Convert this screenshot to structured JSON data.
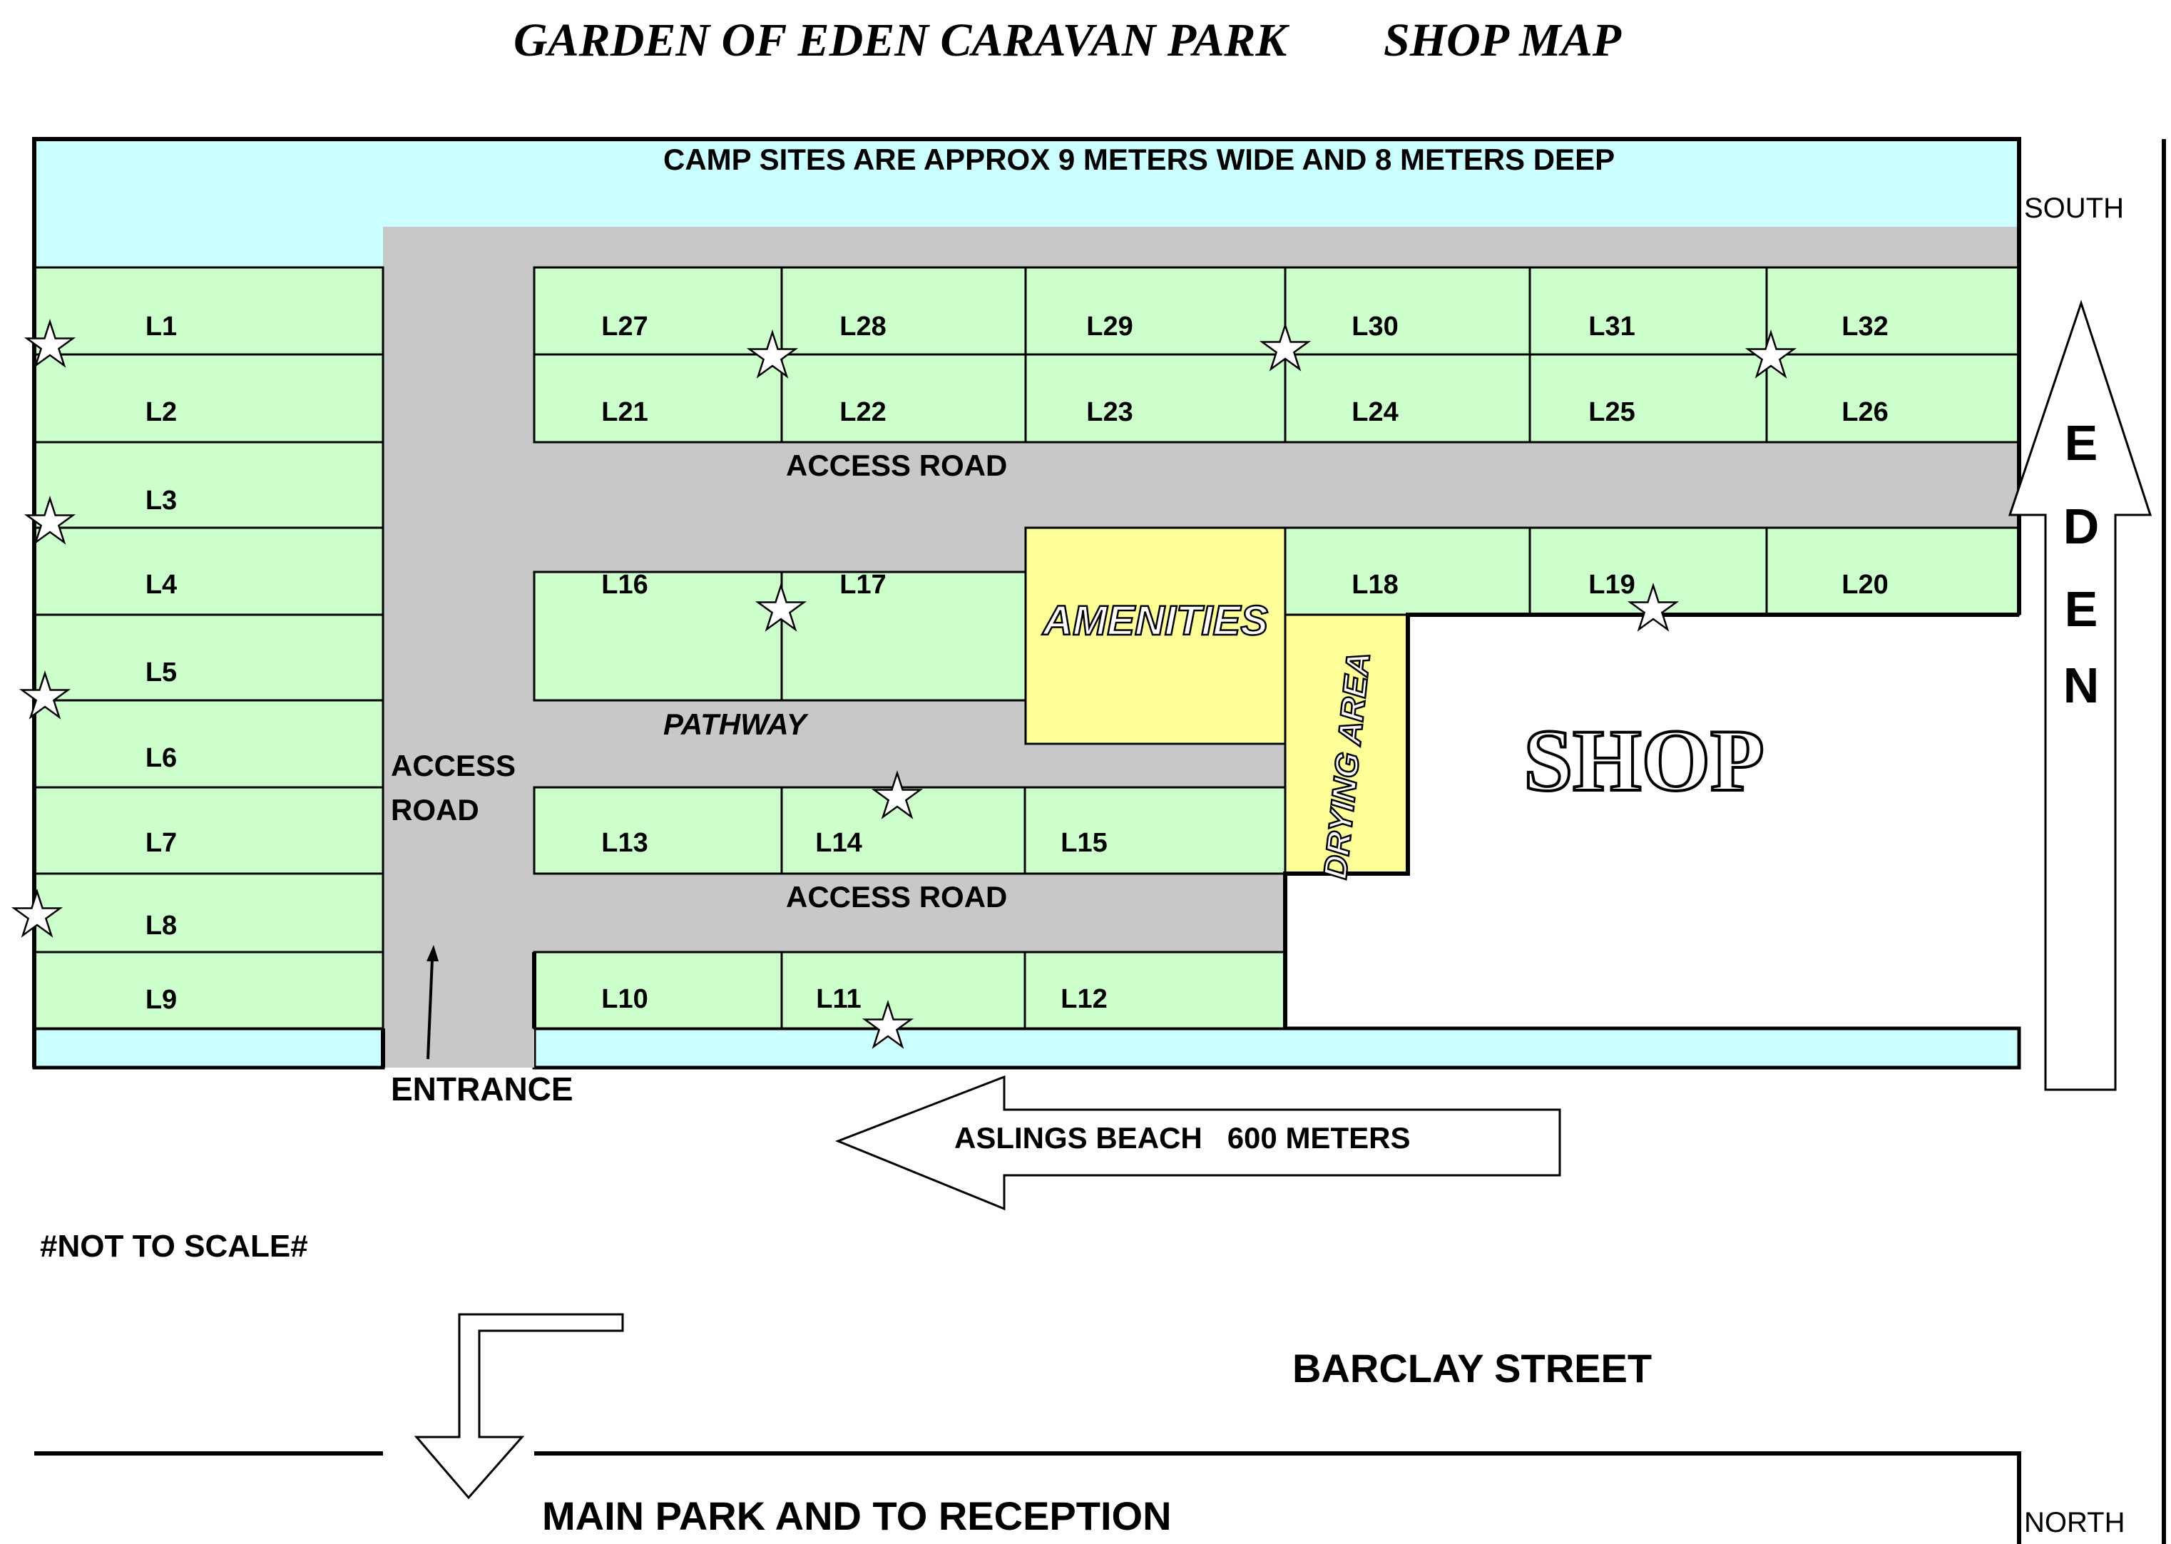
{
  "header": {
    "park_name": "GARDEN OF EDEN CARAVAN PARK",
    "map_name": "SHOP MAP"
  },
  "notes": {
    "site_size": "CAMP SITES ARE APPROX 9 METERS WIDE AND 8 METERS DEEP",
    "scale": "#NOT TO SCALE#"
  },
  "compass": {
    "south": "SOUTH",
    "north": "NORTH"
  },
  "roads": {
    "access_road_top": "ACCESS ROAD",
    "access_road_bottom": "ACCESS ROAD",
    "access_road_vertical_1": "ACCESS",
    "access_road_vertical_2": "ROAD",
    "pathway": "PATHWAY",
    "entrance": "ENTRANCE"
  },
  "facilities": {
    "amenities": "AMENITIES",
    "drying_area": "DRYING AREA",
    "shop": "SHOP"
  },
  "directions": {
    "eden_letters": [
      "E",
      "D",
      "E",
      "N"
    ],
    "beach": "ASLINGS BEACH   600 METERS",
    "street": "BARCLAY STREET",
    "main_park": "MAIN PARK AND TO RECEPTION"
  },
  "sites": [
    "L1",
    "L2",
    "L3",
    "L4",
    "L5",
    "L6",
    "L7",
    "L8",
    "L9",
    "L10",
    "L11",
    "L12",
    "L13",
    "L14",
    "L15",
    "L16",
    "L17",
    "L18",
    "L19",
    "L20",
    "L21",
    "L22",
    "L23",
    "L24",
    "L25",
    "L26",
    "L27",
    "L28",
    "L29",
    "L30",
    "L31",
    "L32"
  ],
  "colors": {
    "site_fill": "#ccffcc",
    "road_fill": "#c8c8c8",
    "water_fill": "#ccffff",
    "facility_fill": "#ffff99"
  }
}
